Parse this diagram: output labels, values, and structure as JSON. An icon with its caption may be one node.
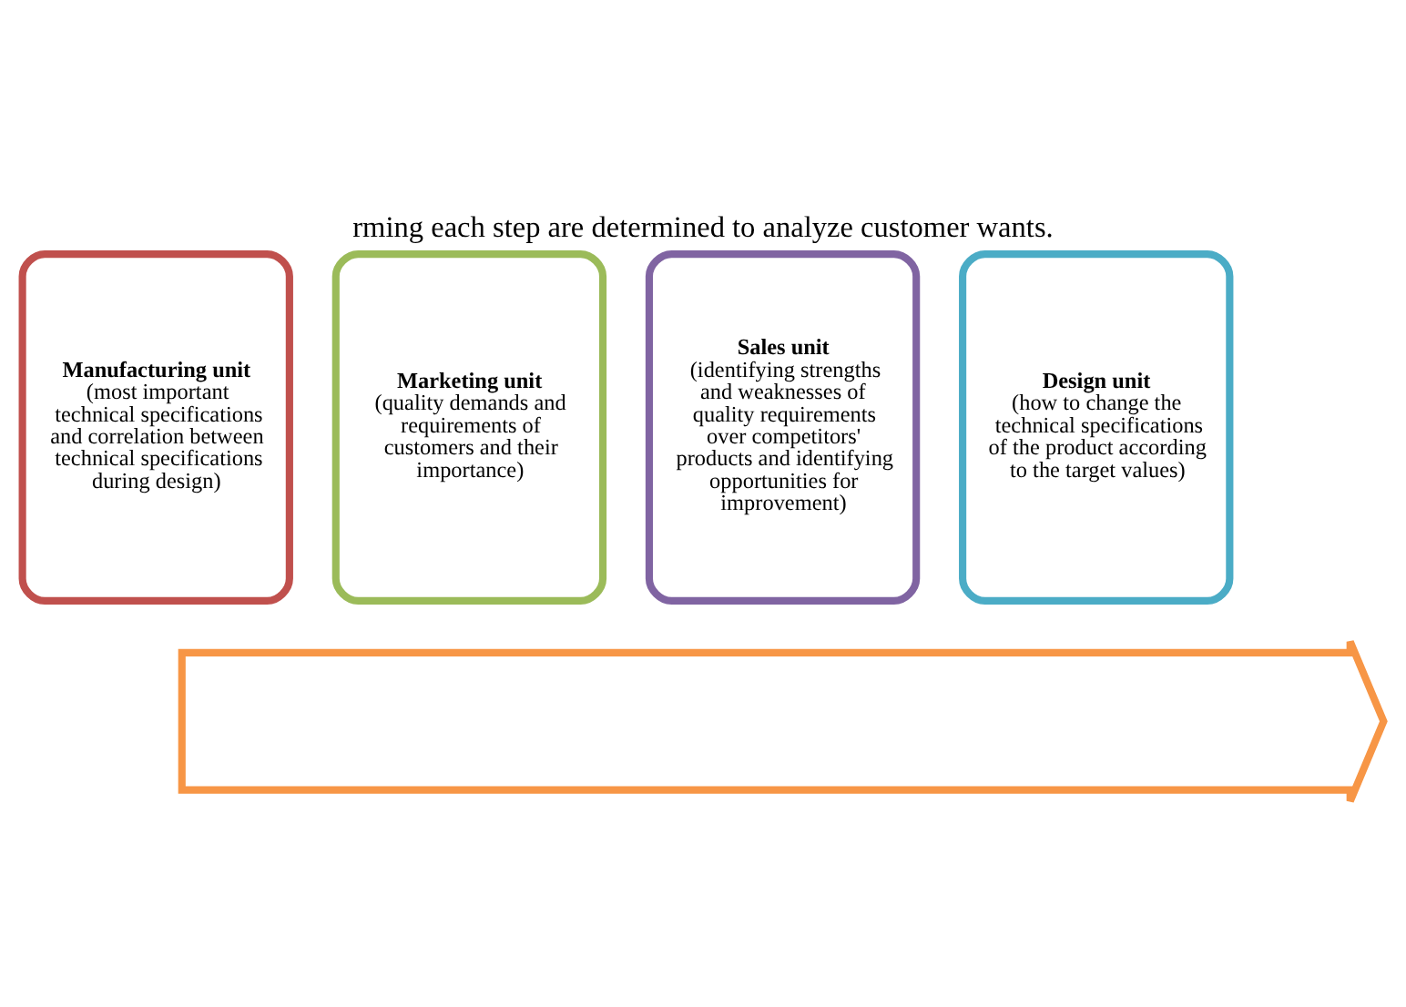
{
  "diagram": {
    "title": "rming each step are determined to analyze customer wants.",
    "nodes": [
      {
        "text": [],
        "shape": "arrow"
      },
      {
        "text": [
          "Manufacturing unit",
          "(most important technical specifications and correlation between technical specifications during design)"
        ]
      },
      {
        "text": [
          "Marketing unit",
          "(quality demands and requirements of customers and their importance)"
        ]
      },
      {
        "text": [
          "Sales unit",
          "(identifying strengths and weaknesses of quality requirements over competitors' products and identifying opportunities for improvement)"
        ]
      },
      {
        "text": [
          "Design unit",
          "(how to change the technical specifications of the product according to the target values)"
        ]
      }
    ],
    "edges": []
  }
}
